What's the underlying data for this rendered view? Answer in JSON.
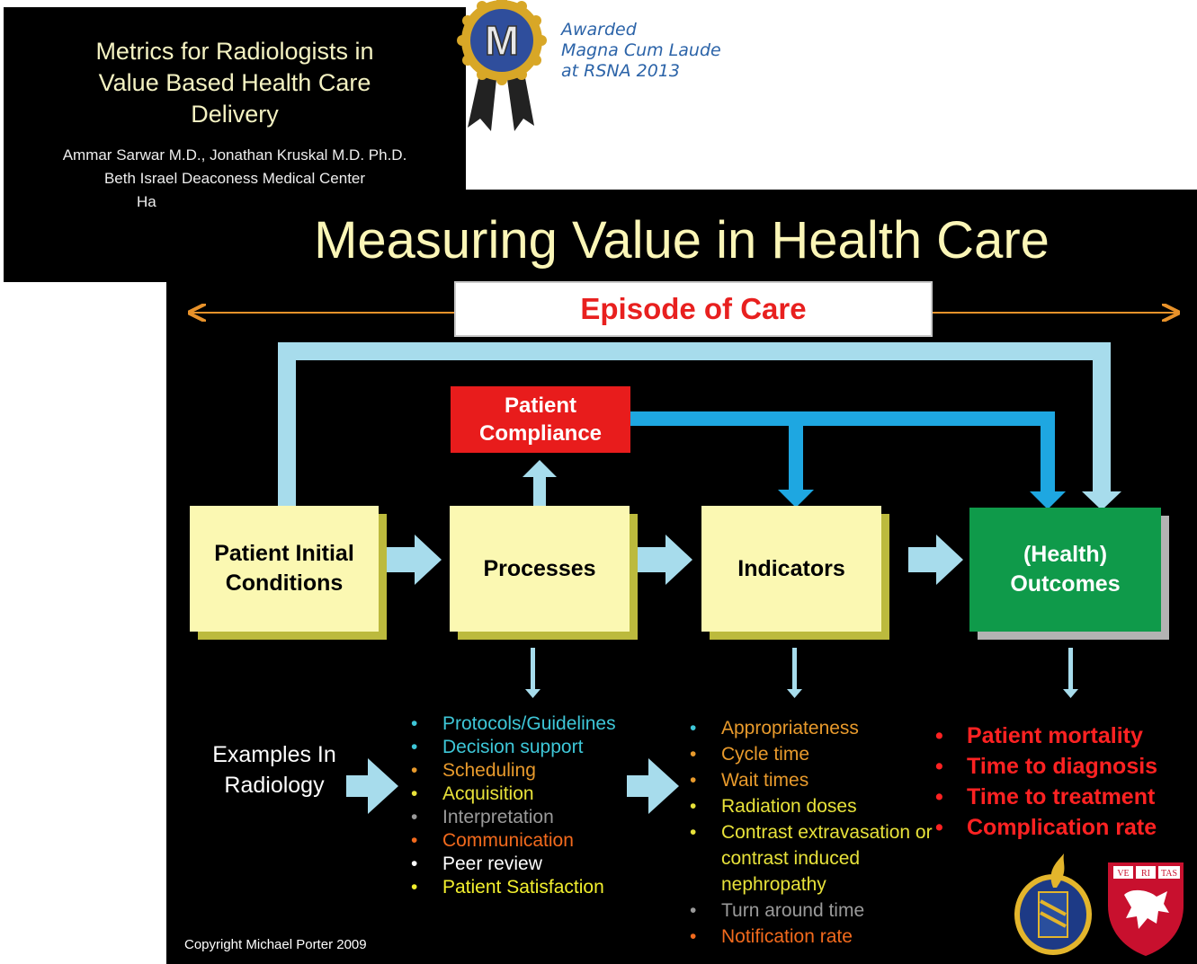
{
  "back_slide": {
    "title_lines": [
      "Metrics for Radiologists in",
      "Value Based Health Care",
      "Delivery"
    ],
    "authors": "Ammar Sarwar M.D., Jonathan Kruskal M.D. Ph.D.",
    "institution": "Beth Israel Deaconess Medical Center",
    "partial": "Ha"
  },
  "award": {
    "badge_letter": "M",
    "lines": [
      "Awarded",
      "Magna Cum Laude",
      "at RSNA 2013"
    ]
  },
  "front_slide": {
    "title": "Measuring Value in Health Care",
    "episode": "Episode of Care",
    "compliance": "Patient Compliance",
    "boxes": {
      "initial": "Patient Initial Conditions",
      "processes": "Processes",
      "indicators": "Indicators",
      "outcomes": "(Health) Outcomes"
    },
    "examples_label": "Examples In Radiology",
    "processes_list": [
      {
        "text": "Protocols/Guidelines",
        "color": "#3ec7d8"
      },
      {
        "text": "Decision support",
        "color": "#3ec7d8"
      },
      {
        "text": "Scheduling",
        "color": "#e89a2c"
      },
      {
        "text": "Acquisition",
        "color": "#e8e23a"
      },
      {
        "text": "Interpretation",
        "color": "#9a9a9a"
      },
      {
        "text": "Communication",
        "color": "#f26a1d"
      },
      {
        "text": "Peer review",
        "color": "#ffffff"
      },
      {
        "text": "Patient Satisfaction",
        "color": "#f2ef2e"
      }
    ],
    "indicators_list": [
      {
        "text": "Appropriateness",
        "color": "#e89a2c",
        "text_color": "#e89a2c",
        "bullet": "#3ec7d8"
      },
      {
        "text": "Cycle time",
        "color": "#e89a2c",
        "bullet": "#e89a2c"
      },
      {
        "text": "Wait times",
        "color": "#e89a2c",
        "bullet": "#e89a2c"
      },
      {
        "text": "Radiation doses",
        "color": "#e8e23a",
        "bullet": "#e8e23a"
      },
      {
        "text": "Contrast extravasation or contrast induced nephropathy",
        "color": "#e8e23a",
        "bullet": "#e8e23a"
      },
      {
        "text": "Turn around time",
        "color": "#9a9a9a",
        "bullet": "#9a9a9a"
      },
      {
        "text": "Notification rate",
        "color": "#f26a1d",
        "bullet": "#f26a1d"
      }
    ],
    "outcomes_list": [
      "Patient mortality",
      "Time to diagnosis",
      "Time to treatment",
      "Complication rate"
    ],
    "copyright": "Copyright Michael Porter 2009",
    "logo_text": [
      "VE",
      "RI",
      "TAS"
    ]
  }
}
